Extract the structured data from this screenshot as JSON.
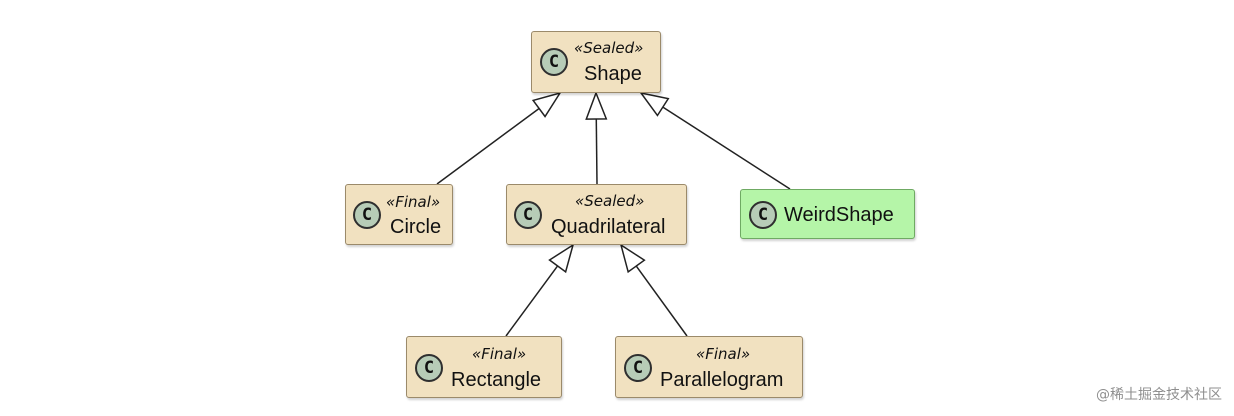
{
  "diagram": {
    "nodes": [
      {
        "id": "shape",
        "stereotype": "«Sealed»",
        "name": "Shape",
        "badge": "C",
        "fill": "#f1e1c0"
      },
      {
        "id": "circle",
        "stereotype": "«Final»",
        "name": "Circle",
        "badge": "C",
        "fill": "#f1e1c0"
      },
      {
        "id": "quadrilateral",
        "stereotype": "«Sealed»",
        "name": "Quadrilateral",
        "badge": "C",
        "fill": "#f1e1c0"
      },
      {
        "id": "weirdshape",
        "stereotype": "",
        "name": "WeirdShape",
        "badge": "C",
        "fill": "#b5f5a8"
      },
      {
        "id": "rectangle",
        "stereotype": "«Final»",
        "name": "Rectangle",
        "badge": "C",
        "fill": "#f1e1c0"
      },
      {
        "id": "parallelogram",
        "stereotype": "«Final»",
        "name": "Parallelogram",
        "badge": "C",
        "fill": "#f1e1c0"
      }
    ],
    "edges": [
      {
        "from": "circle",
        "to": "shape",
        "kind": "generalization"
      },
      {
        "from": "quadrilateral",
        "to": "shape",
        "kind": "generalization"
      },
      {
        "from": "weirdshape",
        "to": "shape",
        "kind": "generalization"
      },
      {
        "from": "rectangle",
        "to": "quadrilateral",
        "kind": "generalization"
      },
      {
        "from": "parallelogram",
        "to": "quadrilateral",
        "kind": "generalization"
      }
    ]
  },
  "watermark": "@稀土掘金技术社区"
}
